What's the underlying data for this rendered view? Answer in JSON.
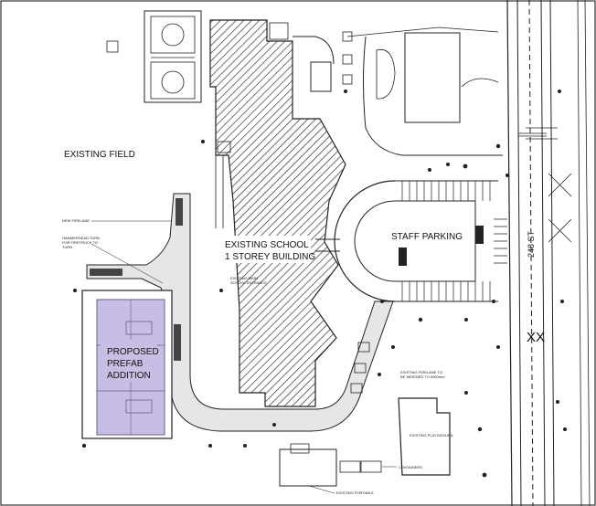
{
  "labels": {
    "existing_field": "EXISTING FIELD",
    "school_line1": "EXISTING SCHOOL",
    "school_line2": "1 STOREY BUILDING",
    "staff_parking": "STAFF PARKING",
    "addition_line1": "PROPOSED",
    "addition_line2": "PREFAB",
    "addition_line3": "ADDITION",
    "street": "248 ST",
    "crossing": "XX"
  },
  "small_labels": {
    "new_fire_lane": "NEW FIRELANE",
    "hammerhead_1": "HAMMERHEAD TURN",
    "hammerhead_2": "FOR FIRETRUCK TO",
    "hammerhead_3": "TURN",
    "existing_playground": "EXISTING PLAYGROUND",
    "containers": "CONTAINERS",
    "existing_portable": "EXISTING PORTABLE",
    "parking_note_1": "EXISTING FIRELANE TO",
    "parking_note_2": "BE WIDENED TO 6000mm",
    "school_note_1": "EXISTING MAIN",
    "school_note_2": "SCHOOL ENTRANCE"
  },
  "colors": {
    "line": "#222222",
    "addition_fill": "#c8bde3",
    "addition_border": "#6a5a96",
    "lane_fill": "#e6e6e6"
  }
}
